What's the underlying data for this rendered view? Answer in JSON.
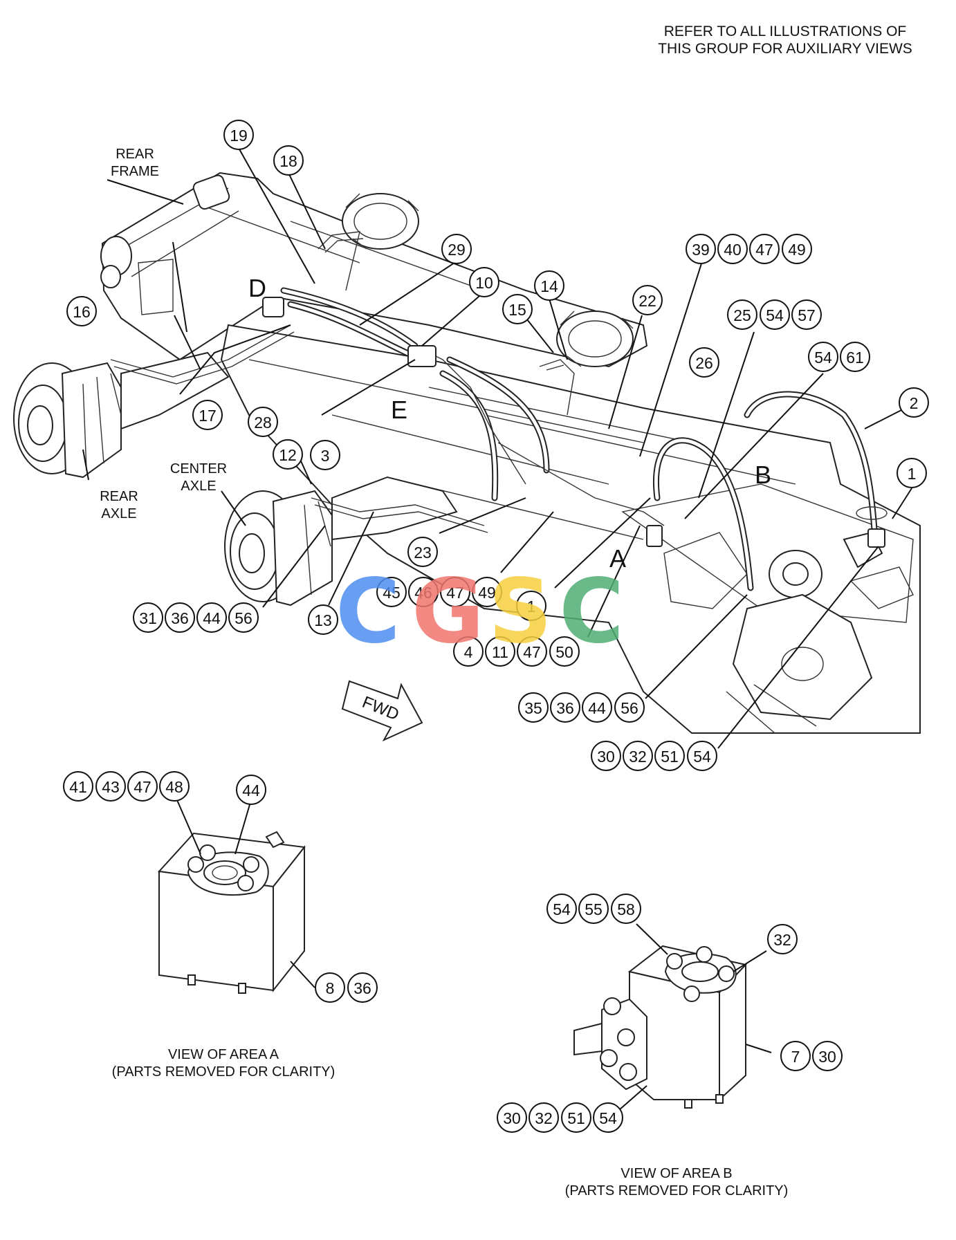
{
  "header": {
    "note_line1": "REFER TO ALL ILLUSTRATIONS OF",
    "note_line2": "THIS GROUP FOR AUXILIARY VIEWS"
  },
  "labels": {
    "rear_frame_1": "REAR",
    "rear_frame_2": "FRAME",
    "rear_axle_1": "REAR",
    "rear_axle_2": "AXLE",
    "center_axle_1": "CENTER",
    "center_axle_2": "AXLE",
    "fwd": "FWD",
    "area_a": "A",
    "area_b": "B",
    "area_d": "D",
    "area_e": "E"
  },
  "callouts": {
    "c19": "19",
    "c18": "18",
    "c29": "29",
    "c10": "10",
    "c14": "14",
    "c15": "15",
    "c22": "22",
    "c39": "39",
    "c40": "40",
    "c47a": "47",
    "c49a": "49",
    "c25": "25",
    "c54a": "54",
    "c57": "57",
    "c26": "26",
    "c54b": "54",
    "c61": "61",
    "c2": "2",
    "c1a": "1",
    "c16": "16",
    "c17": "17",
    "c28": "28",
    "c3": "3",
    "c12": "12",
    "c23": "23",
    "c45": "45",
    "c46": "46",
    "c47b": "47",
    "c49b": "49",
    "c1b": "1",
    "c31": "31",
    "c36a": "36",
    "c44a": "44",
    "c56a": "56",
    "c13": "13",
    "c4": "4",
    "c11": "11",
    "c47c": "47",
    "c50": "50",
    "c35": "35",
    "c36b": "36",
    "c44b": "44",
    "c56b": "56",
    "c30a": "30",
    "c32a": "32",
    "c51a": "51",
    "c54c": "54",
    "c41": "41",
    "c43": "43",
    "c47d": "47",
    "c48": "48",
    "c44c": "44",
    "c8": "8",
    "c36c": "36",
    "c54d": "54",
    "c55": "55",
    "c58": "58",
    "c32b": "32",
    "c7": "7",
    "c30b": "30",
    "c30c": "30",
    "c32c": "32",
    "c51b": "51",
    "c54e": "54"
  },
  "view_a": {
    "title": "VIEW OF AREA A",
    "subtitle": "(PARTS REMOVED FOR CLARITY)"
  },
  "view_b": {
    "title": "VIEW OF AREA B",
    "subtitle": "(PARTS REMOVED FOR CLARITY)"
  },
  "watermark": {
    "text": "CGSC",
    "colors": [
      "#4f8ff0",
      "#f0756e",
      "#f6cf3f",
      "#4fae74"
    ]
  }
}
